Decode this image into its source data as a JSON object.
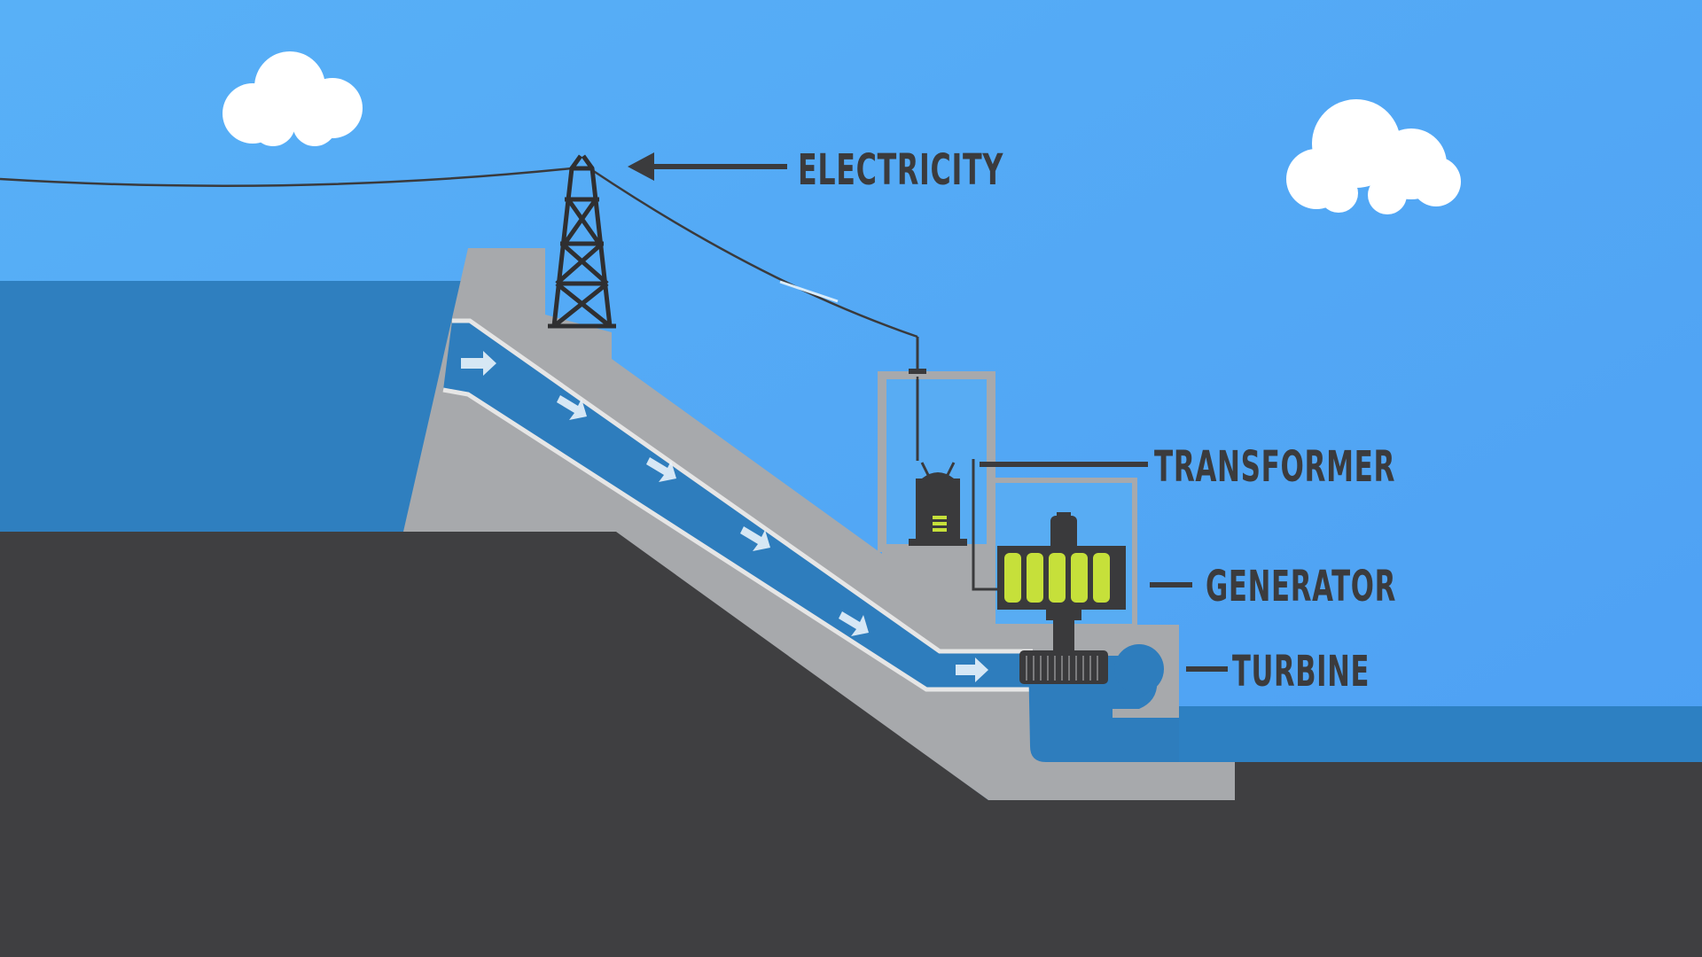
{
  "labels": {
    "electricity": "ELECTRICITY",
    "transformer": "TRANSFORMER",
    "generator": "GENERATOR",
    "turbine": "TURBINE"
  },
  "colors": {
    "sky": "#5ab0f6",
    "reservoir": "#2f7fbf",
    "river": "#2d80c2",
    "ground": "#3f3f41",
    "dam": "#a7a9ac",
    "penstock_water": "#2e7dbd",
    "label_text": "#3b3b3d",
    "generator_coils": "#c6e03a",
    "machinery": "#3a3a3c",
    "cloud": "#ffffff"
  },
  "icons": {
    "pylon": "transmission-tower-icon",
    "flow": "flow-arrow-icon",
    "cloud": "cloud-icon"
  }
}
